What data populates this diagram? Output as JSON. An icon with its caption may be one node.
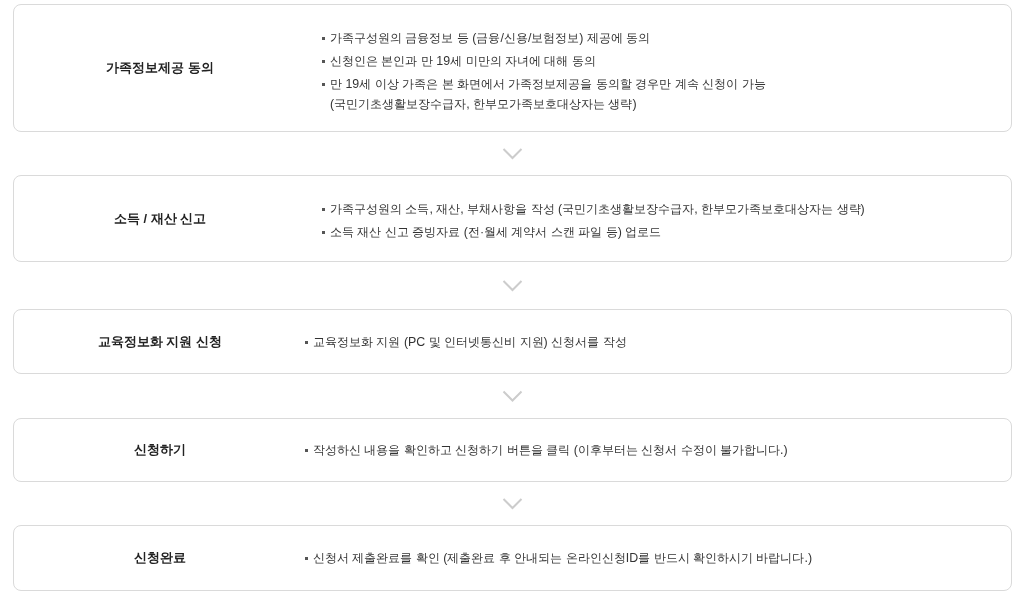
{
  "diagram": {
    "nodes": [
      {
        "text": [
          "가족정보제공 동의",
          "가족구성원의 금융정보 등 (금융/신용/보험정보) 제공에 동의",
          "신청인은 본인과 만 19세 미만의 자녀에 대해 동의",
          "만 19세 이상 가족은 본 화면에서 가족정보제공을 동의할 경우만 계속 신청이 가능 (국민기초생활보장수급자, 한부모가족보호대상자는 생략)"
        ]
      },
      {
        "text": [
          "소득 / 재산 신고",
          "가족구성원의 소득, 재산, 부채사항을 작성 (국민기초생활보장수급자, 한부모가족보호대상자는 생략)",
          "소득 재산 신고 증빙자료 (전·월세 계약서 스캔 파일 등) 업로드"
        ]
      },
      {
        "text": [
          "교육정보화 지원 신청",
          "교육정보화 지원 (PC 및 인터넷통신비 지원) 신청서를 작성"
        ]
      },
      {
        "text": [
          "신청하기",
          "작성하신 내용을 확인하고 신청하기 버튼을 클릭 (이후부터는 신청서 수정이 불가합니다.)"
        ]
      },
      {
        "text": [
          "신청완료",
          "신청서 제출완료를 확인 (제출완료 후 안내되는 온라인신청ID를 반드시 확인하시기 바랍니다.)"
        ]
      }
    ],
    "edges": [
      {
        "from": 0,
        "to": 1,
        "arrow": "to"
      },
      {
        "from": 1,
        "to": 2,
        "arrow": "to"
      },
      {
        "from": 2,
        "to": 3,
        "arrow": "to"
      },
      {
        "from": 3,
        "to": 4,
        "arrow": "to"
      }
    ]
  }
}
